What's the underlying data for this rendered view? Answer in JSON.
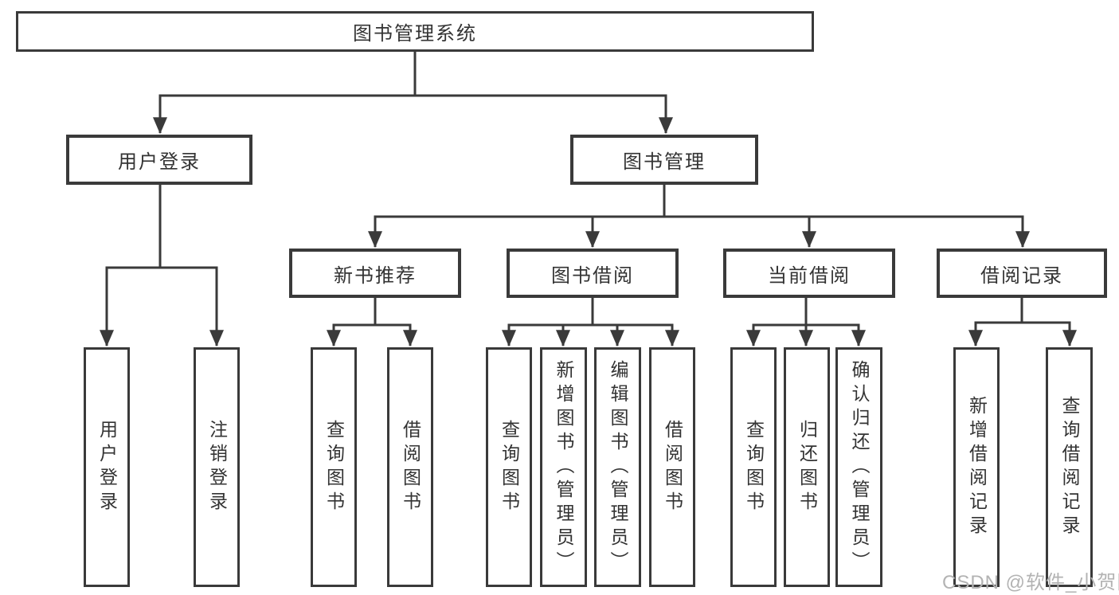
{
  "colors": {
    "line": "#3a3a3a",
    "text": "#333333",
    "box-bg": "#ffffff",
    "watermark": "#b3b3b3"
  },
  "watermark": "CSDN @软件_小贺同学",
  "tree": {
    "root": "图书管理系统",
    "children": [
      {
        "label": "用户登录",
        "children": [
          {
            "label": "用户登录"
          },
          {
            "label": "注销登录"
          }
        ]
      },
      {
        "label": "图书管理",
        "children": [
          {
            "label": "新书推荐",
            "children": [
              {
                "label": "查询图书"
              },
              {
                "label": "借阅图书"
              }
            ]
          },
          {
            "label": "图书借阅",
            "children": [
              {
                "label": "查询图书"
              },
              {
                "label": "新增图书（管理员）"
              },
              {
                "label": "编辑图书（管理员）"
              },
              {
                "label": "借阅图书"
              }
            ]
          },
          {
            "label": "当前借阅",
            "children": [
              {
                "label": "查询图书"
              },
              {
                "label": "归还图书"
              },
              {
                "label": "确认归还（管理员）"
              }
            ]
          },
          {
            "label": "借阅记录",
            "children": [
              {
                "label": "新增借阅记录"
              },
              {
                "label": "查询借阅记录"
              }
            ]
          }
        ]
      }
    ]
  }
}
